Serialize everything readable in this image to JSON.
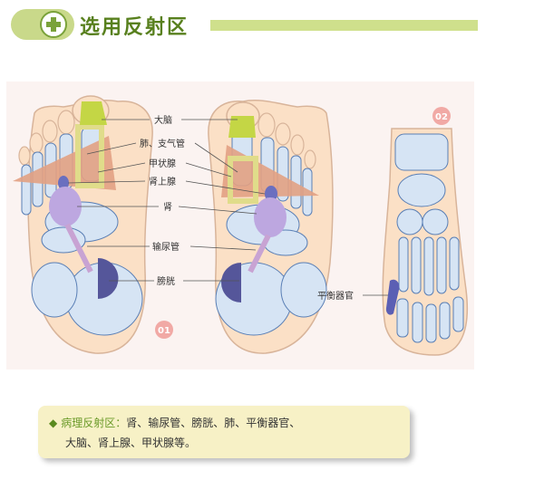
{
  "header": {
    "title": "选用反射区",
    "logo_icon": "green-plus-circle-logo"
  },
  "diagram": {
    "figure_labels": {
      "fig1": "01",
      "fig2": "02"
    },
    "labels": {
      "brain": "大脑",
      "lung_bronchus": "肺、支气管",
      "thyroid": "甲状腺",
      "adrenal": "肾上腺",
      "kidney": "肾",
      "ureter": "输尿管",
      "bladder": "膀胱",
      "balance": "平衡器官"
    },
    "colors": {
      "brain": "#c4d645",
      "thyroid": "#e0dc8a",
      "lung": "#e2a183",
      "kidney": "#bda7e0",
      "adrenal": "#6a6fbf",
      "bladder": "#55569a",
      "ureter": "#c8a3d3",
      "balance": "#5b5fb4",
      "bone": "#d6e4f4",
      "bone_outline": "#5a7fb5",
      "skin": "#fbe0c6",
      "badge": "#f1a9a5"
    }
  },
  "note": {
    "bullet_icon": "diamond-bullet",
    "heading": "病理反射区：",
    "line1": "肾、输尿管、膀胱、肺、平衡器官、",
    "line2": "大脑、肾上腺、甲状腺等。"
  }
}
